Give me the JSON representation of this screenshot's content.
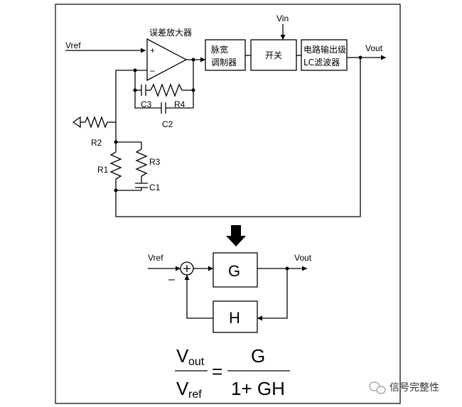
{
  "circuit": {
    "vref": "Vref",
    "amp_title": "误差放大器",
    "plus": "+",
    "minus": "–",
    "pwm_l1": "脉宽",
    "pwm_l2": "调制器",
    "switch": "开关",
    "vin": "Vin",
    "lc_l1": "电路输出级",
    "lc_l2": "LC滤波器",
    "vout": "Vout",
    "c3": "C3",
    "r4": "R4",
    "c2": "C2",
    "r2": "R2",
    "r1": "R1",
    "r3": "R3",
    "c1": "C1"
  },
  "block": {
    "vref": "Vref",
    "minus": "–",
    "g": "G",
    "h": "H",
    "vout": "Vout"
  },
  "formula": {
    "num_v": "V",
    "num_sub": "out",
    "den_v": "V",
    "den_sub": "ref",
    "equals": "=",
    "rhs_num": "G",
    "rhs_den": "1+ GH"
  },
  "watermark": "信号完整性"
}
